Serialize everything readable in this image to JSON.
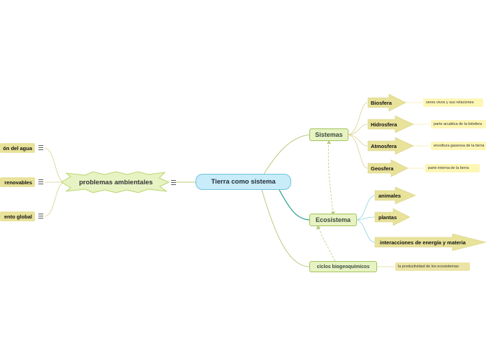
{
  "central": {
    "label": "Tierra como sistema"
  },
  "sistemas": {
    "label": "Sistemas",
    "children": [
      {
        "label": "Biosfera",
        "note": "seres vivos y sus relaciones"
      },
      {
        "label": "Hidrosfera",
        "note": "parte acuática de la biósfera"
      },
      {
        "label": "Atmosfera",
        "note": "envoltura gaseosa de la tierra"
      },
      {
        "label": "Geosfera",
        "note": "parte interna de la tierra"
      }
    ]
  },
  "ecosistema": {
    "label": "Ecosistema",
    "children": [
      {
        "label": "animales"
      },
      {
        "label": "plantas"
      },
      {
        "label": "interacciones de energía y materia"
      }
    ]
  },
  "ciclos": {
    "label": "ciclos biogeoquímicos",
    "note": "la productividad de los ecosistemas"
  },
  "problemas": {
    "label": "problemas ambientales",
    "children": [
      {
        "label": "ón del agua"
      },
      {
        "label": "renovables"
      },
      {
        "label": "ento global"
      }
    ]
  },
  "colors": {
    "central_fill": "#c8ecfa",
    "central_border": "#6ec3dc",
    "topic_fill": "#e8f3c4",
    "topic_border": "#9fc45a",
    "leaf_fill": "#e8e29a",
    "note_fill": "#fdf6b5",
    "line_olive": "#b8c97a",
    "line_teal": "#1f9a8a",
    "line_cyan": "#8fd3de"
  }
}
